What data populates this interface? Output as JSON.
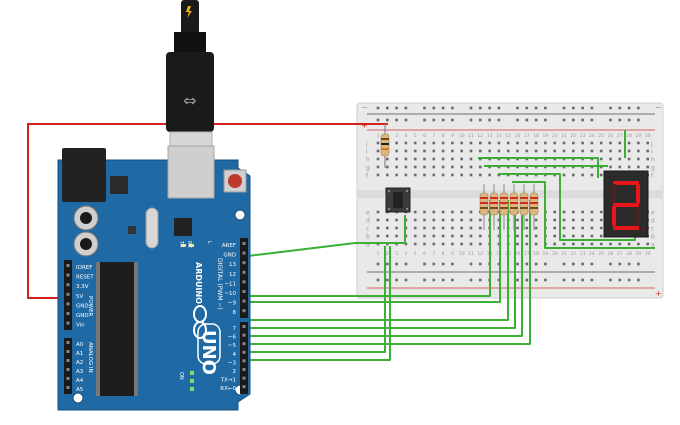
{
  "arduino": {
    "brand": "ARDUINO",
    "model": "UNO",
    "section_labels": {
      "digital": "DIGITAL (PWM ~)",
      "analog": "ANALOG IN",
      "power": "POWER"
    },
    "led_labels": {
      "l": "L",
      "tx": "TX",
      "rx": "RX",
      "on": "ON"
    },
    "digital_header_top": [
      "AREF",
      "GND",
      "13",
      "12",
      "~11",
      "~10",
      "~9",
      "8"
    ],
    "digital_header_bottom": [
      "7",
      "~6",
      "~5",
      "4",
      "~3",
      "2",
      "TX→1",
      "RX←0"
    ],
    "power_header": [
      "IOREF",
      "RESET",
      "3.3V",
      "5V",
      "GND",
      "GND",
      "Vin"
    ],
    "analog_header": [
      "A0",
      "A1",
      "A2",
      "A3",
      "A4",
      "A5"
    ]
  },
  "breadboard": {
    "row_letters_top": [
      "j",
      "i",
      "h",
      "g",
      "f"
    ],
    "row_letters_bottom": [
      "e",
      "d",
      "c",
      "b",
      "a"
    ],
    "column_numbers": [
      "1",
      "2",
      "3",
      "4",
      "5",
      "6",
      "7",
      "8",
      "9",
      "10",
      "11",
      "12",
      "13",
      "14",
      "15",
      "16",
      "17",
      "18",
      "19",
      "20",
      "21",
      "22",
      "23",
      "24",
      "25",
      "26",
      "27",
      "28",
      "29",
      "30"
    ],
    "rail_minus": "−",
    "rail_plus": "+"
  },
  "display": {
    "digit": "2",
    "segment_color": "#e8161b"
  },
  "colors": {
    "wire_power": "#d41f1f",
    "wire_signal": "#3cb034",
    "board": "#1f6aa5"
  }
}
